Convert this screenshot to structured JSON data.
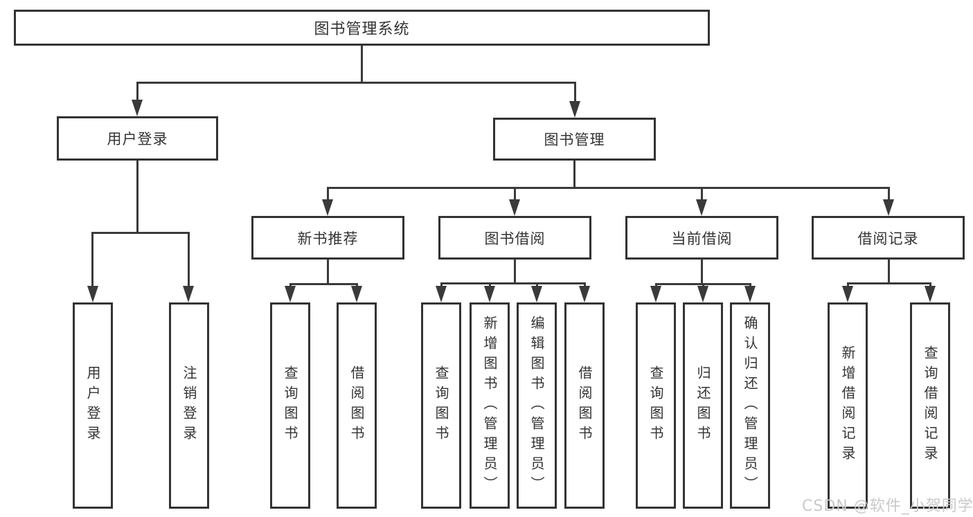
{
  "colors": {
    "line": "#3a3a3a",
    "box_border": "#333333",
    "box_bg": "#ffffff",
    "text": "#333333",
    "watermark": "#c9c9c9"
  },
  "watermark": "CSDN @软件_小贺同学",
  "tree": {
    "root": {
      "label": "图书管理系统"
    },
    "level2": [
      {
        "label": "用户登录",
        "children": [
          {
            "label": "用户登录"
          },
          {
            "label": "注销登录"
          }
        ]
      },
      {
        "label": "图书管理",
        "children": [
          {
            "label": "新书推荐",
            "children": [
              {
                "label": "查询图书"
              },
              {
                "label": "借阅图书"
              }
            ]
          },
          {
            "label": "图书借阅",
            "children": [
              {
                "label": "查询图书"
              },
              {
                "label": "新增图书（管理员）"
              },
              {
                "label": "编辑图书（管理员）"
              },
              {
                "label": "借阅图书"
              }
            ]
          },
          {
            "label": "当前借阅",
            "children": [
              {
                "label": "查询图书"
              },
              {
                "label": "归还图书"
              },
              {
                "label": "确认归还（管理员）"
              }
            ]
          },
          {
            "label": "借阅记录",
            "children": [
              {
                "label": "新增借阅记录"
              },
              {
                "label": "查询借阅记录"
              }
            ]
          }
        ]
      }
    ]
  }
}
